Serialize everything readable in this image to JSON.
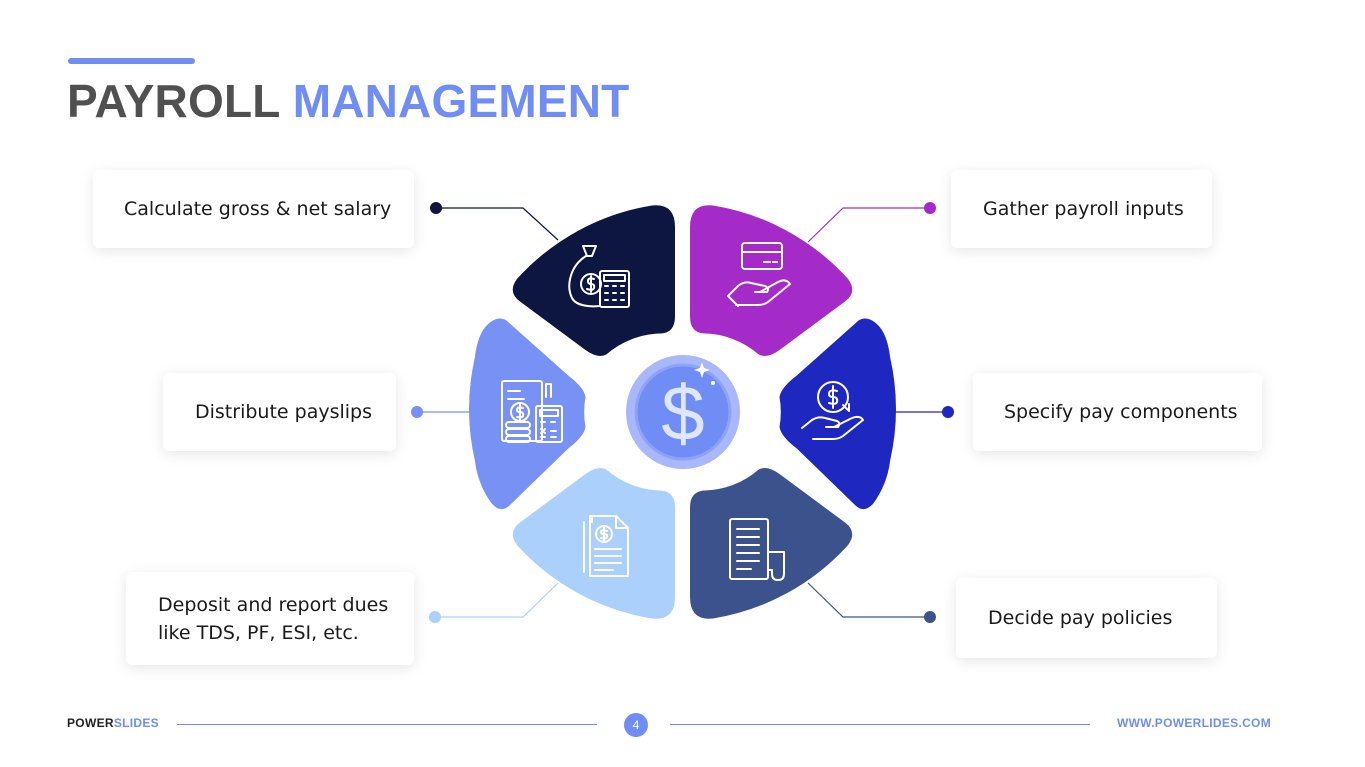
{
  "title": {
    "word1": "PAYROLL",
    "word2": "MANAGEMENT"
  },
  "steps": [
    {
      "text": "Calculate gross & net salary",
      "icon": "money-bag-calculator-icon",
      "color": "#0d1640"
    },
    {
      "text": "Gather payroll inputs",
      "icon": "hand-card-icon",
      "color": "#a52bc8"
    },
    {
      "text": "Distribute payslips",
      "icon": "documents-coins-calculator-icon",
      "color": "#7791f5"
    },
    {
      "text": "Specify pay components",
      "icon": "hand-coin-icon",
      "color": "#1e28c0"
    },
    {
      "text": "Deposit and report dues like TDS, PF, ESI, etc.",
      "icon": "dollar-document-icon",
      "color": "#abd0fb"
    },
    {
      "text": "Decide pay policies",
      "icon": "paper-scroll-icon",
      "color": "#3c528c"
    }
  ],
  "center_icon": "dollar-coin-icon",
  "footer": {
    "brand_a": "POWER",
    "brand_b": "SLIDES",
    "page": "4",
    "url": "WWW.POWERLIDES.COM"
  }
}
